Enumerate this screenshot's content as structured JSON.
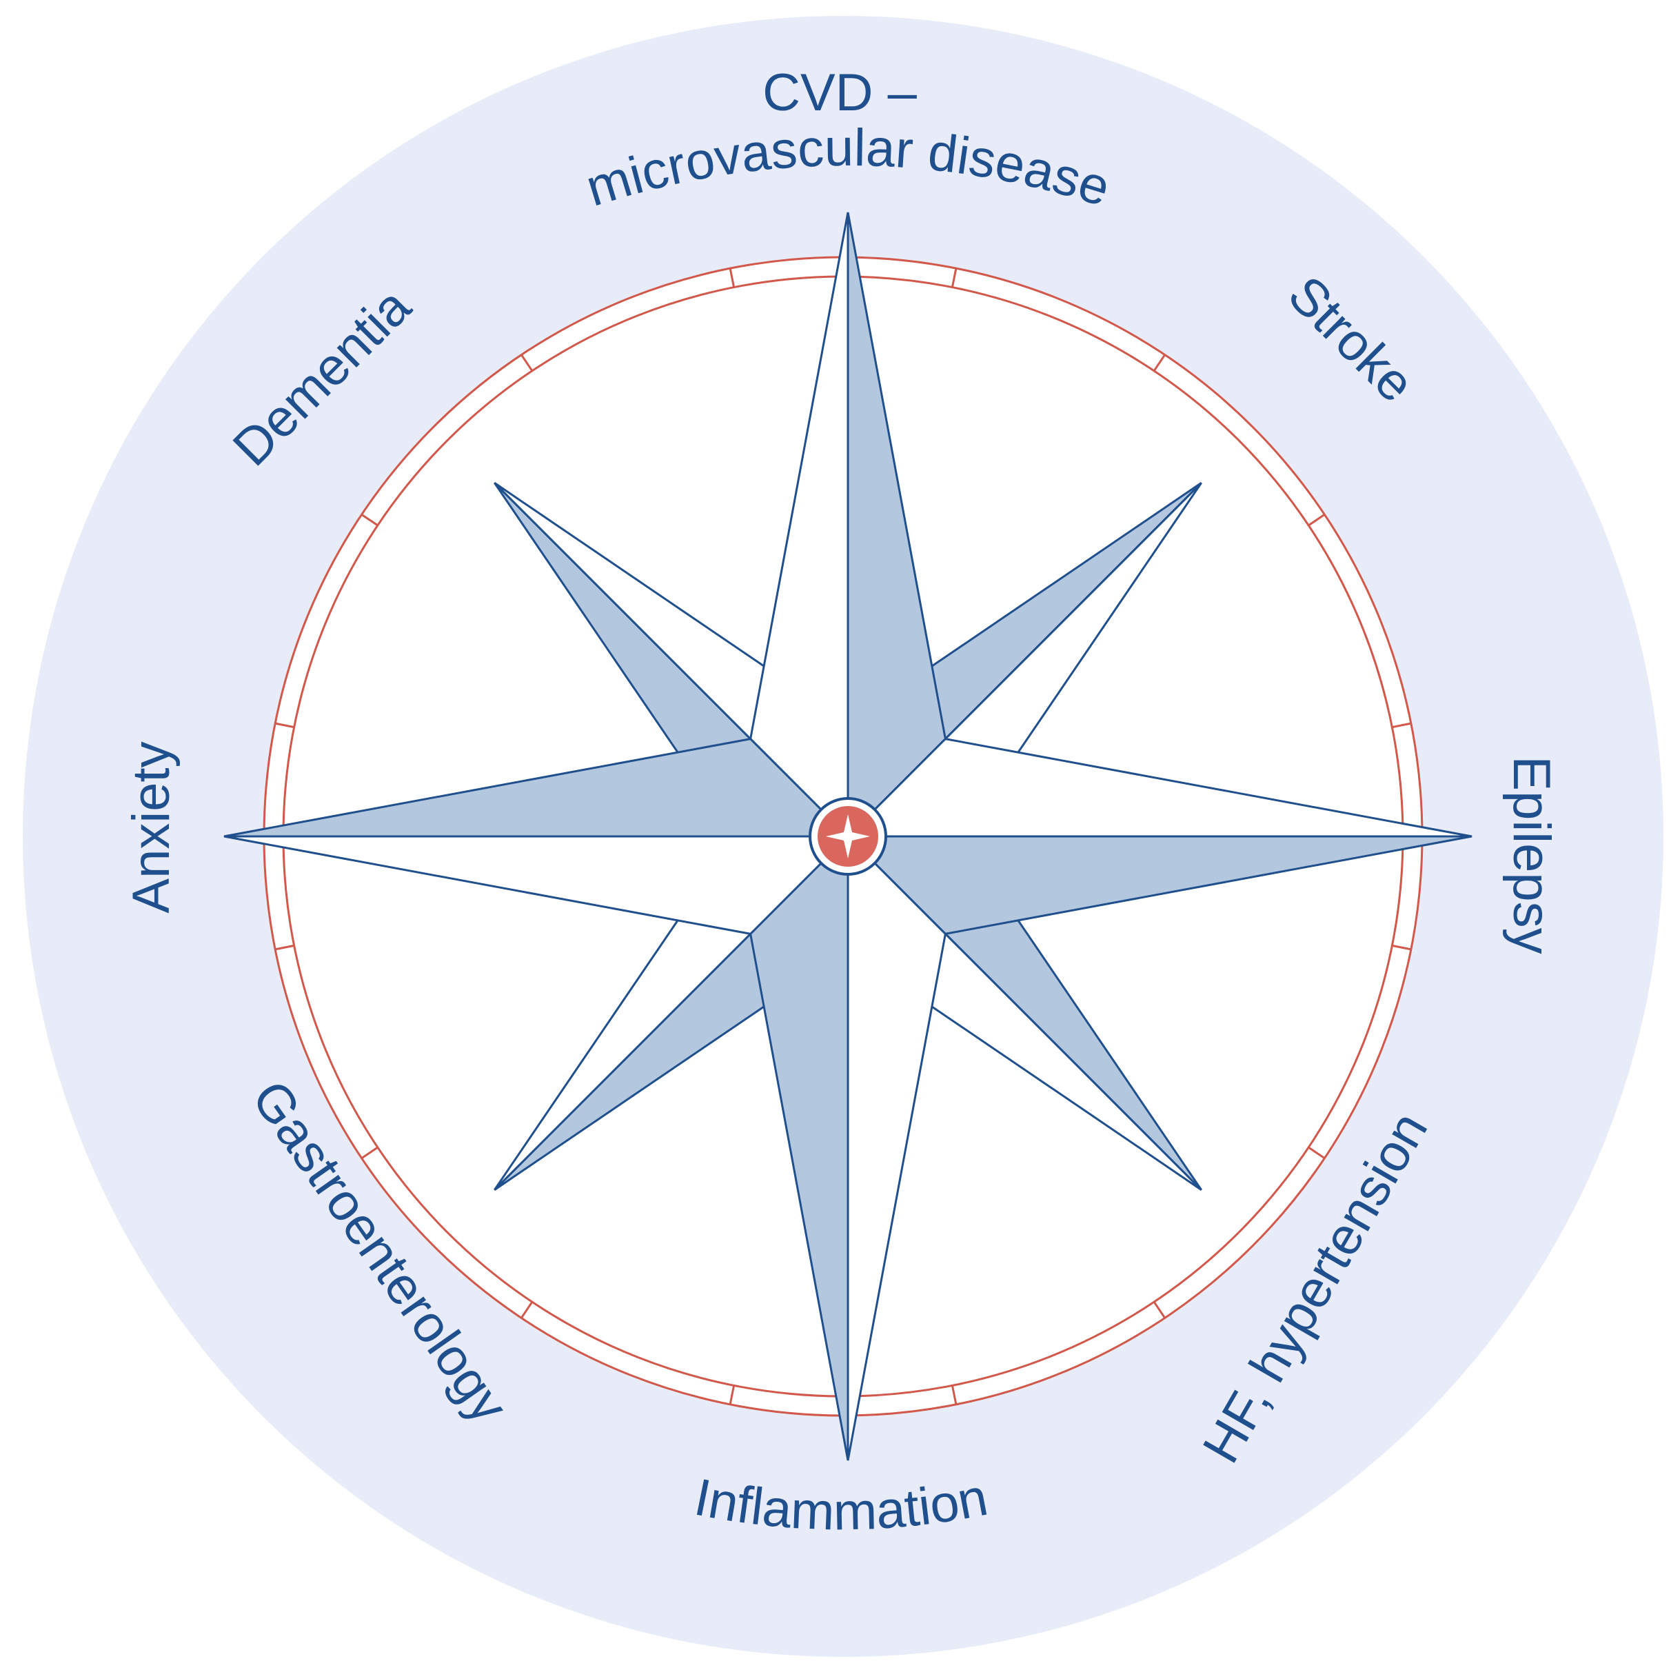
{
  "colors": {
    "outer_ring": "#e7ecf8",
    "inner_disc": "#ffffff",
    "ring_line": "#d1584a",
    "point_fill": "#b3c7df",
    "point_stroke": "#1f4f8c",
    "label": "#1f4f8c",
    "center_fill": "#d9675e"
  },
  "labels": {
    "n1": "CVD –",
    "n2": "microvascular disease",
    "ne": "Stroke",
    "e": "Epilepsy",
    "se": "HF, hypertension",
    "s": "Inflammation",
    "sw": "Gastroenterology",
    "w": "Anxiety",
    "nw": "Dementia"
  }
}
